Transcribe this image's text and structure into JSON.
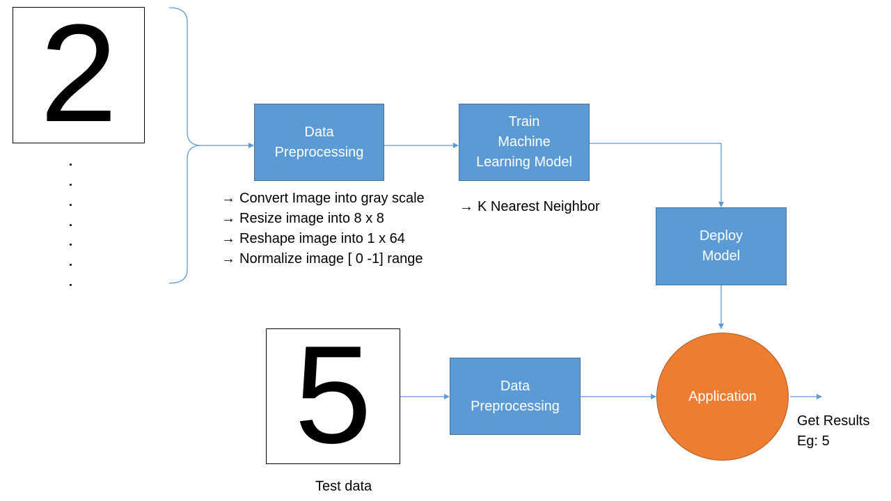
{
  "training_sample": {
    "digit": "2"
  },
  "preprocessing_box": {
    "lines": [
      "Data",
      "Preprocessing"
    ]
  },
  "preprocessing_steps": [
    "Convert Image into gray scale",
    "Resize image into 8 x 8",
    "Reshape image into 1 x 64",
    "Normalize image [ 0 -1] range"
  ],
  "train_box": {
    "lines": [
      "Train",
      "Machine",
      "Learning Model"
    ]
  },
  "train_notes": [
    "K Nearest Neighbor"
  ],
  "deploy_box": {
    "lines": [
      "Deploy",
      "Model"
    ]
  },
  "test_sample": {
    "digit": "5",
    "caption": "Test data"
  },
  "test_preprocessing_box": {
    "lines": [
      "Data",
      "Preprocessing"
    ]
  },
  "application": {
    "label": "Application"
  },
  "result": {
    "lines": [
      "Get Results",
      "Eg: 5"
    ]
  },
  "arrow_glyph": "→",
  "colors": {
    "box_fill": "#5B9BD5",
    "box_border": "#41719C",
    "connector": "#5B9BD5",
    "application_fill": "#ED7D31",
    "application_border": "#AE5A21"
  }
}
